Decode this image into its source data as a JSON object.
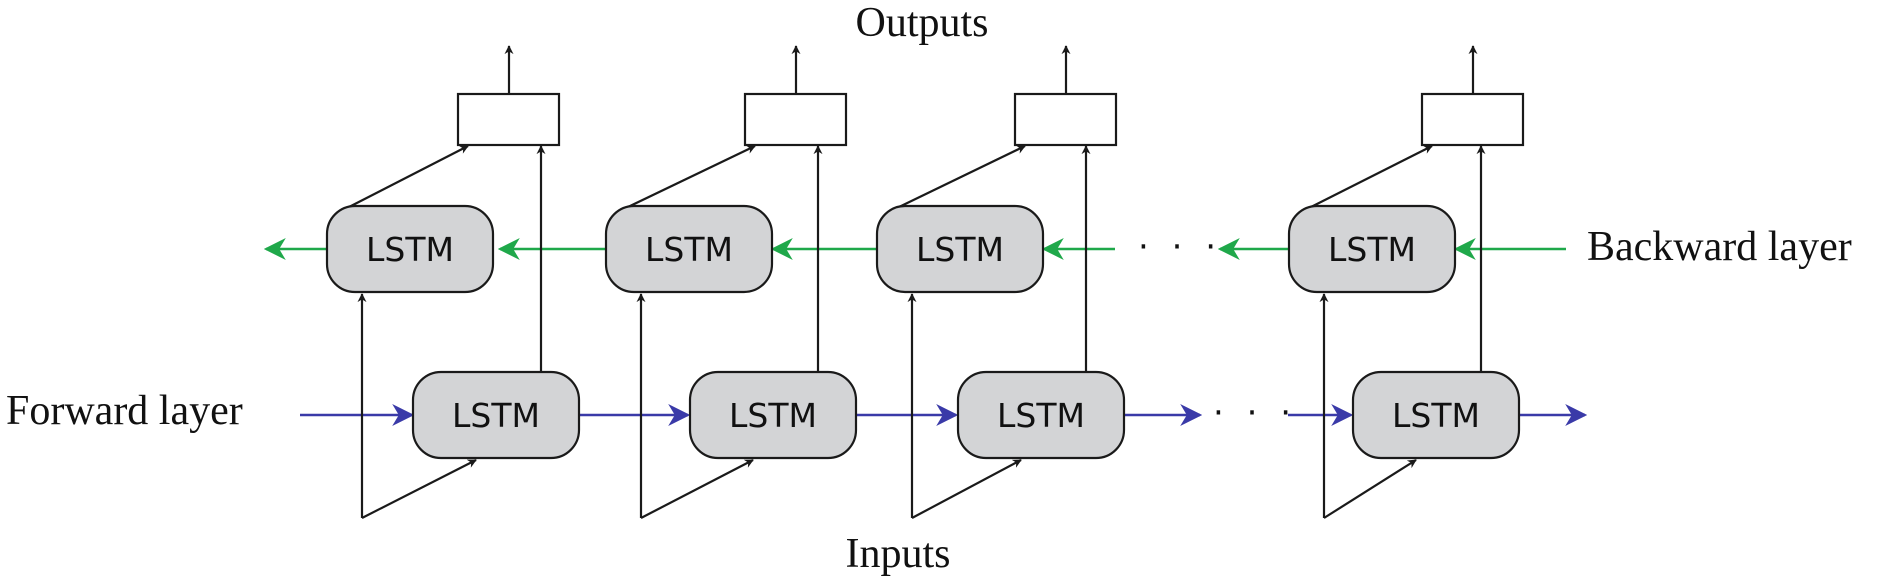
{
  "labels": {
    "outputs": "Outputs",
    "inputs": "Inputs",
    "forward_layer": "Forward layer",
    "backward_layer": "Backward layer",
    "ellipsis": "· · ·"
  },
  "cell_label": "LSTM",
  "colors": {
    "forward_arrow": "#3a3aa8",
    "backward_arrow": "#1fa84a",
    "cell_fill": "#d3d4d6",
    "stroke": "#1a1a1a"
  },
  "columns": 4
}
